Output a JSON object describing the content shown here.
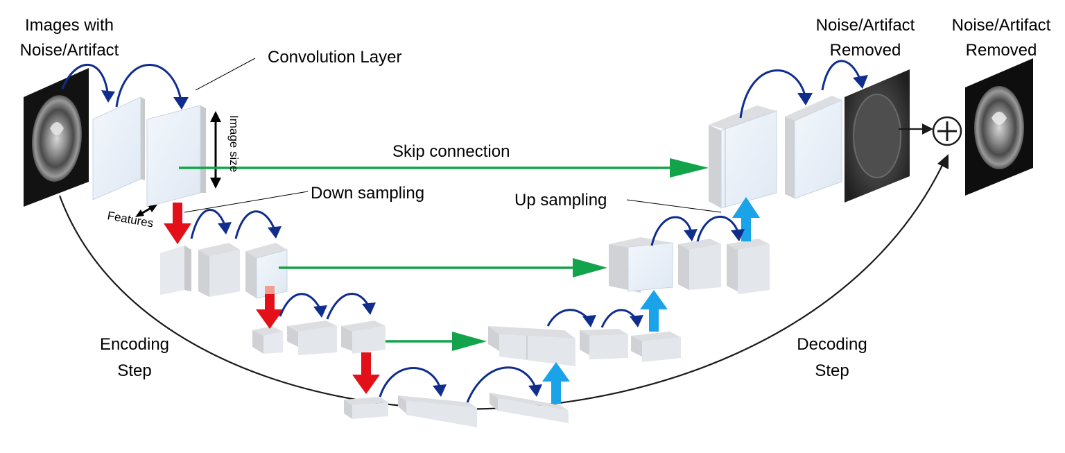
{
  "labels": {
    "input_line1": "Images with",
    "input_line2": "Noise/Artifact",
    "conv_layer": "Convolution Layer",
    "image_size": "Image size",
    "features": "Features",
    "skip_connection": "Skip connection",
    "down_sampling": "Down sampling",
    "up_sampling": "Up sampling",
    "encoding_line1": "Encoding",
    "encoding_line2": "Step",
    "decoding_line1": "Decoding",
    "decoding_line2": "Step",
    "noise_removed_line1": "Noise/Artifact",
    "noise_removed_line2": "Removed",
    "output_line1": "Noise/Artifact",
    "output_line2": "Removed"
  },
  "colors": {
    "conv_arrow": "#0f2d8c",
    "skip_arrow": "#13a34a",
    "down_arrow": "#e3101a",
    "up_arrow": "#1aa3e8",
    "block_front": "#e9f1f9",
    "block_side": "#c7c9cc",
    "block_top": "#dcdee1",
    "curve": "#1a1a1a"
  },
  "icons": {
    "sum": "circled-plus-icon",
    "mri_slice": "brain-mri-icon"
  }
}
